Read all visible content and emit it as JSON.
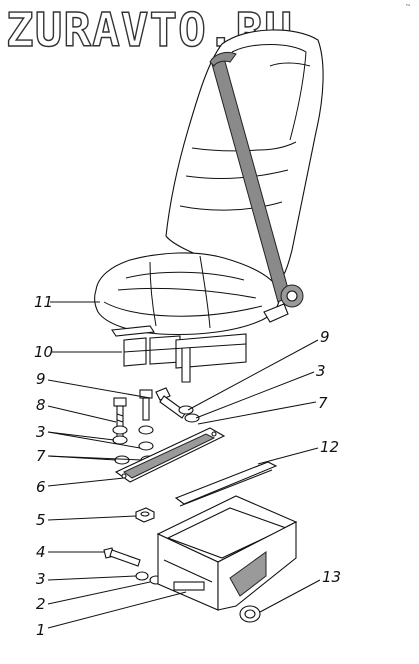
{
  "watermark": "ZURAVTO.RU",
  "corner_mark": "ʳᵘ",
  "callouts": [
    {
      "id": "11",
      "label": "11"
    },
    {
      "id": "10",
      "label": "10"
    },
    {
      "id": "9a",
      "label": "9"
    },
    {
      "id": "9b",
      "label": "9"
    },
    {
      "id": "3a",
      "label": "3"
    },
    {
      "id": "8",
      "label": "8"
    },
    {
      "id": "7a",
      "label": "7"
    },
    {
      "id": "3b",
      "label": "3"
    },
    {
      "id": "7b",
      "label": "7"
    },
    {
      "id": "12",
      "label": "12"
    },
    {
      "id": "6",
      "label": "6"
    },
    {
      "id": "5",
      "label": "5"
    },
    {
      "id": "4",
      "label": "4"
    },
    {
      "id": "3c",
      "label": "3"
    },
    {
      "id": "13",
      "label": "13"
    },
    {
      "id": "2",
      "label": "2"
    },
    {
      "id": "1",
      "label": "1"
    }
  ],
  "parts": [
    "seat-backrest",
    "seat-cushion",
    "seat-belt",
    "belt-retractor",
    "seat-slide-rail",
    "mounting-plate",
    "seat-frame-base",
    "washer",
    "bolt",
    "nut",
    "grommet"
  ]
}
